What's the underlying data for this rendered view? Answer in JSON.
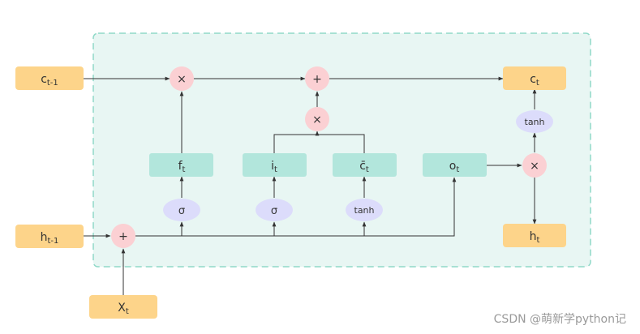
{
  "colors": {
    "cell_fill": "#e8f6f3",
    "cell_border": "#8fd9c8",
    "io_box": "#fdd48a",
    "gate_box": "#b2e6dc",
    "op_circle": "#fbd0d3",
    "act_ellipse": "#dcdcfb",
    "line": "#333333",
    "watermark": "#9a9a9a"
  },
  "inputs": {
    "c_prev": {
      "base": "c",
      "sub": "t-1"
    },
    "h_prev": {
      "base": "h",
      "sub": "t-1"
    },
    "x_t": {
      "base": "X",
      "sub": "t"
    }
  },
  "outputs": {
    "c_t": {
      "base": "c",
      "sub": "t"
    },
    "h_t": {
      "base": "h",
      "sub": "t"
    }
  },
  "gates": {
    "forget": {
      "base": "f",
      "sub": "t"
    },
    "input": {
      "base": "i",
      "sub": "t"
    },
    "candidate": {
      "base": "c̄",
      "sub": "t"
    },
    "output": {
      "base": "o",
      "sub": "t"
    }
  },
  "activations": {
    "sigma_f": "σ",
    "sigma_i": "σ",
    "tanh_c": "tanh",
    "tanh_out": "tanh"
  },
  "operators": {
    "multiply": "×",
    "add": "+"
  },
  "watermark": "CSDN @萌新学python记"
}
